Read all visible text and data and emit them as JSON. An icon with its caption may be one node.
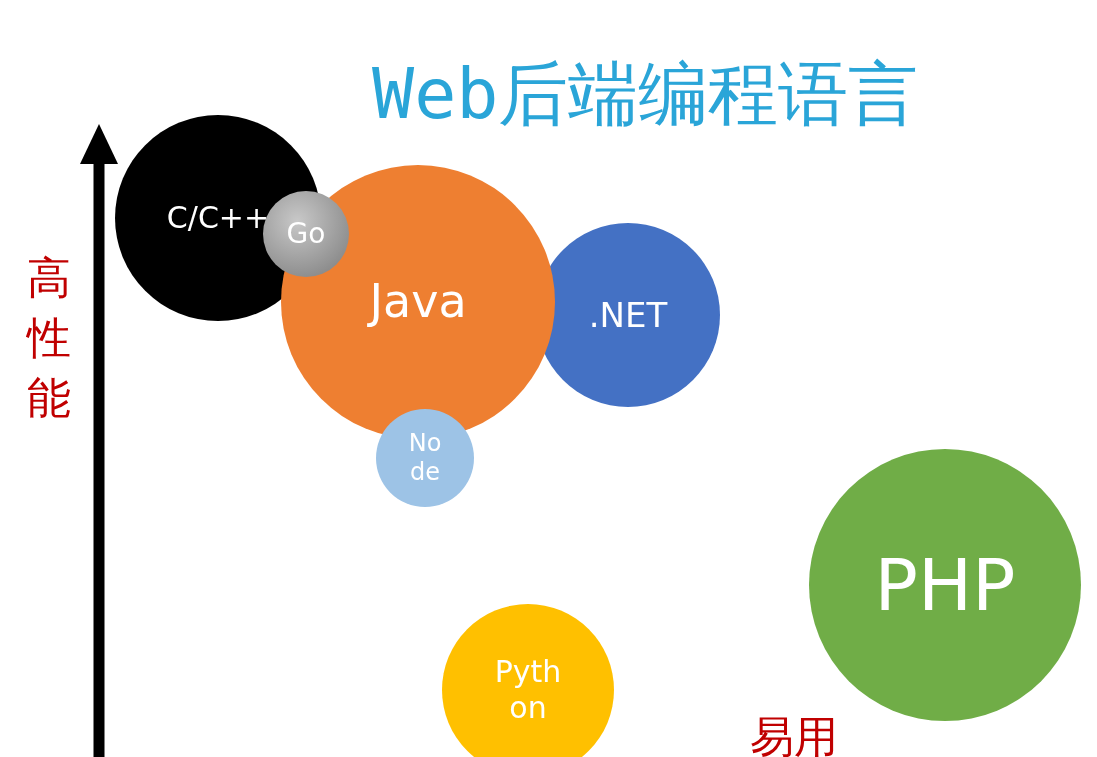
{
  "diagram": {
    "title": "Web后端编程语言",
    "nodes": [
      {
        "text": [
          "C/C++"
        ]
      },
      {
        "text": [
          "Go"
        ]
      },
      {
        "text": [
          "Java"
        ]
      },
      {
        "text": [
          ".NET"
        ]
      },
      {
        "text": [
          "Node"
        ]
      },
      {
        "text": [
          "PHP"
        ]
      },
      {
        "text": [
          "Python"
        ]
      }
    ],
    "labels": [
      "高性能",
      "易用"
    ]
  }
}
